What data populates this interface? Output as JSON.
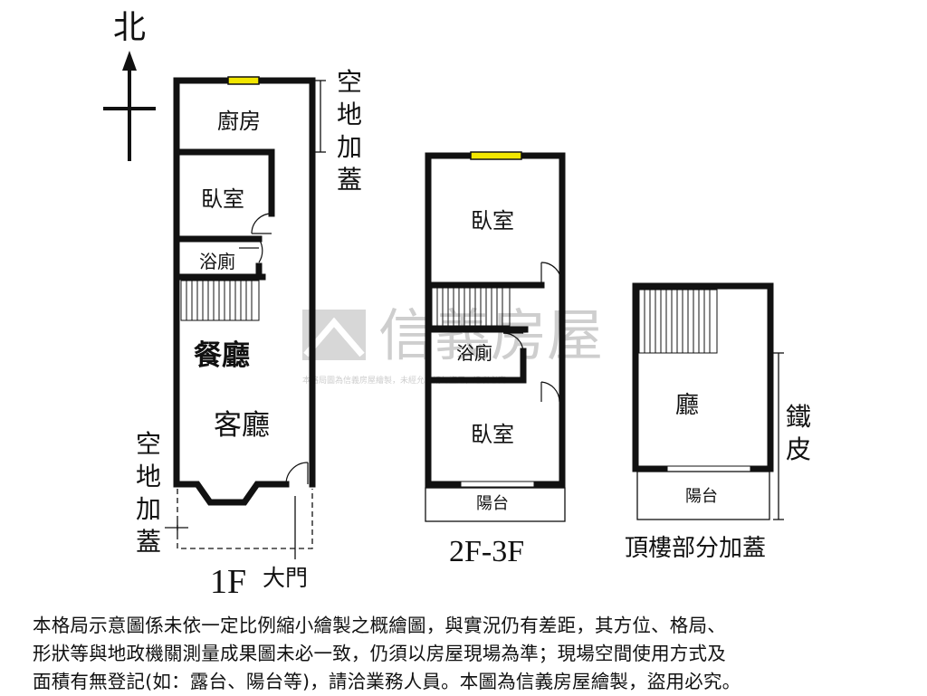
{
  "compass": {
    "north_label": "北"
  },
  "watermark": {
    "brand": "信義房屋",
    "notice": "本格局圖為信義房屋繪製，未經允許請勿盜用，違者必究"
  },
  "floor1": {
    "kitchen": "廚房",
    "bedroom": "臥室",
    "bathroom": "浴廁",
    "dining": "餐廳",
    "living": "客廳",
    "side_note_top": "空地加蓋",
    "side_note_bottom": "空地加蓋",
    "floor_label": "1F",
    "entrance": "大門"
  },
  "floor2_3": {
    "bedroom_top": "臥室",
    "bathroom": "浴廁",
    "bedroom_bottom": "臥室",
    "balcony": "陽台",
    "floor_label": "2F-3F"
  },
  "roof": {
    "hall": "廳",
    "balcony": "陽台",
    "side_note": "鐵皮",
    "floor_label": "頂樓部分加蓋"
  },
  "disclaimer": [
    "本格局示意圖係未依一定比例縮小繪製之概繪圖，與實況仍有差距，其方位、格局、",
    "形狀等與地政機關測量成果圖未必一致，仍須以房屋現場為準；現場空間使用方式及",
    "面積有無登記(如：露台、陽台等)，請洽業務人員。本圖為信義房屋繪製，盜用必究。"
  ],
  "colors": {
    "wall": "#111111",
    "window": "#f2e600",
    "watermark": "#c9c9c9"
  }
}
